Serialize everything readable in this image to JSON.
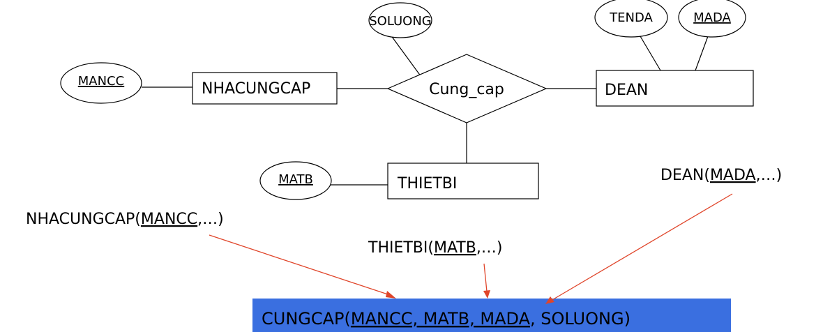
{
  "attributes": {
    "soluong": "SOLUONG",
    "tenda": "TENDA",
    "mada": "MADA",
    "mancc": "MANCC",
    "matb": "MATB"
  },
  "entities": {
    "nhacungcap": "NHACUNGCAP",
    "dean": "DEAN",
    "thietbi": "THIETBI"
  },
  "relationship": {
    "label": "Cung_cap"
  },
  "schemas": {
    "nhacungcap": {
      "name": "NHACUNGCAP(",
      "key": "MANCC",
      "rest": ",…)"
    },
    "thietbi": {
      "name": "THIETBI(",
      "key": "MATB",
      "rest": ",…)"
    },
    "dean": {
      "name": "DEAN(",
      "key": "MADA",
      "rest": ",…)"
    }
  },
  "result": {
    "name": "CUNGCAP(",
    "keys": "MANCC, MATB, MADA",
    "rest": ", SOLUONG)",
    "fill_color": "#3a6fe0"
  },
  "colors": {
    "arrow": "#e0452a",
    "result_fill": "#3a6fe0"
  }
}
